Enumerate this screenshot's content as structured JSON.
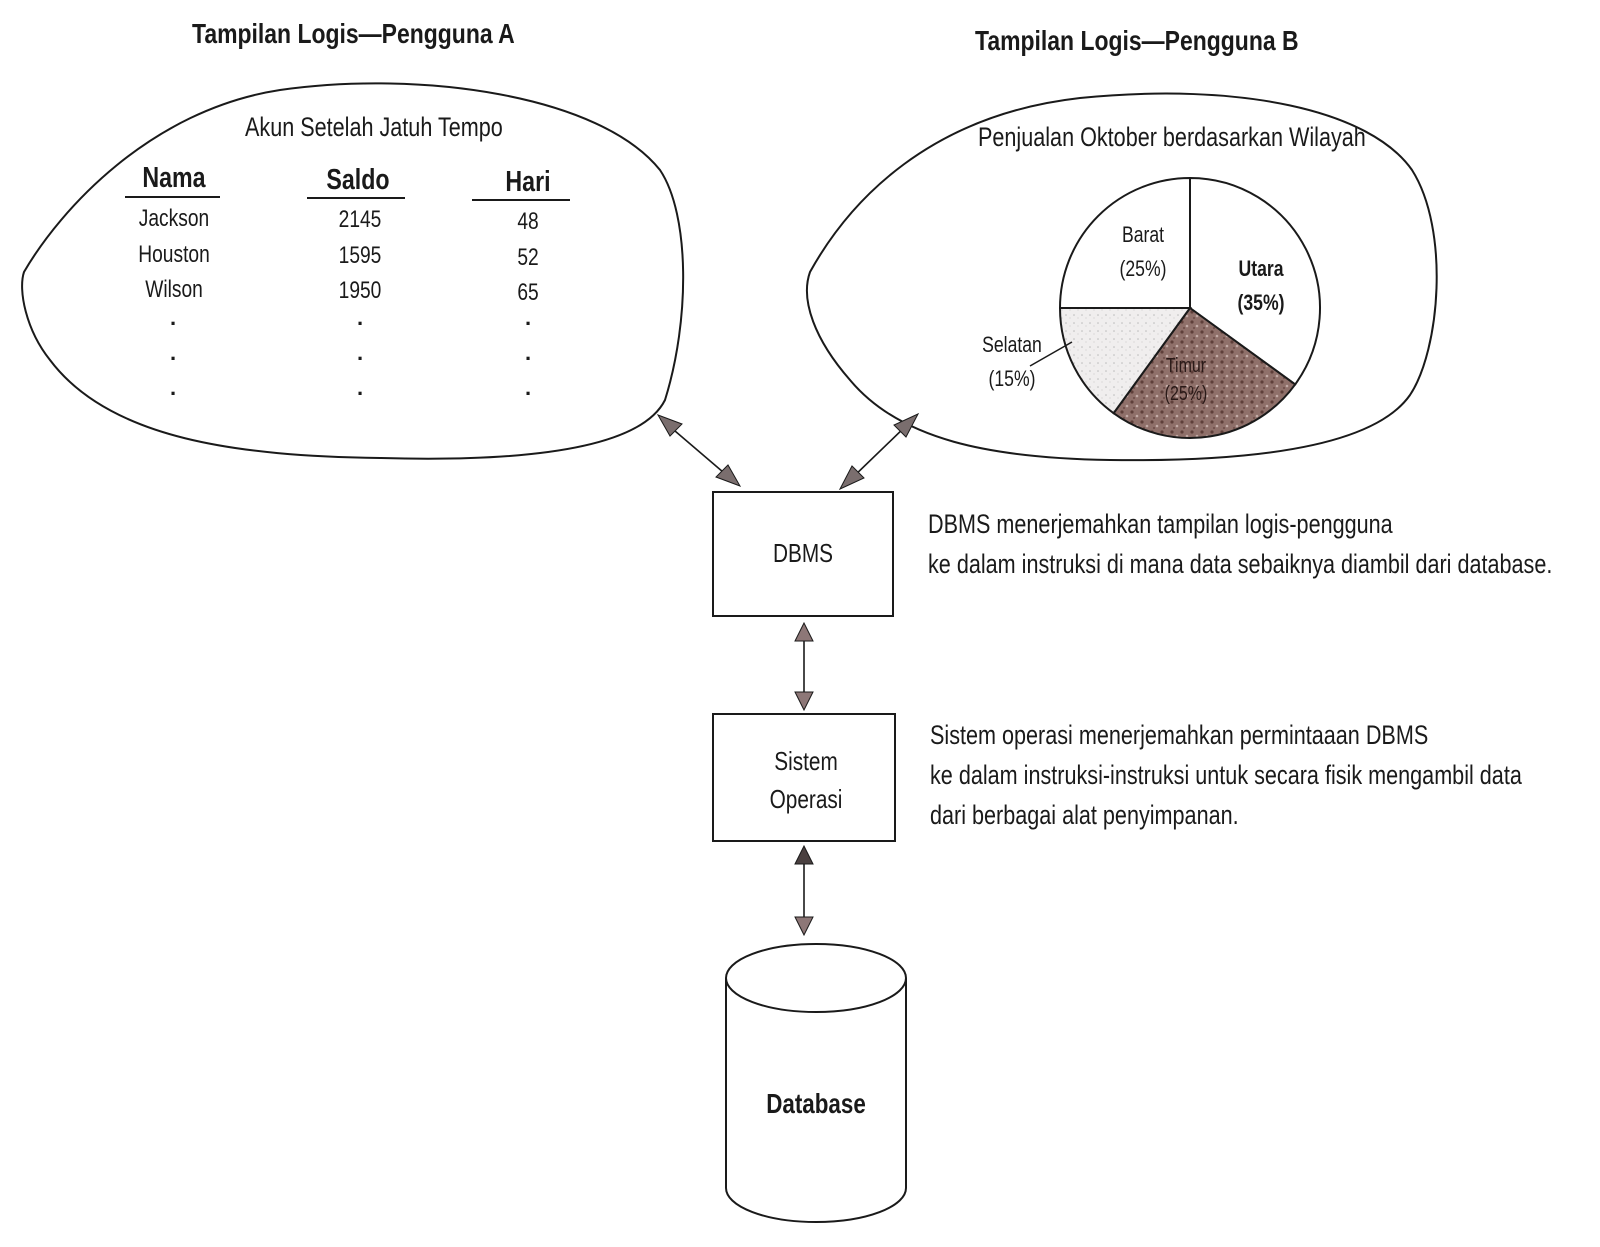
{
  "view_a": {
    "heading": "Tampilan Logis—Pengguna A",
    "caption": "Akun Setelah Jatuh Tempo",
    "columns": [
      "Nama",
      "Saldo",
      "Hari"
    ],
    "rows": [
      [
        "Jackson",
        "2145",
        "48"
      ],
      [
        "Houston",
        "1595",
        "52"
      ],
      [
        "Wilson",
        "1950",
        "65"
      ]
    ],
    "ellipsis": "."
  },
  "view_b": {
    "heading": "Tampilan Logis—Pengguna B",
    "caption": "Penjualan Oktober berdasarkan Wilayah",
    "pie_labels": {
      "barat": "Barat",
      "barat_pct": "(25%)",
      "utara": "Utara",
      "utara_pct": "(35%)",
      "selatan": "Selatan",
      "selatan_pct": "(15%)",
      "timur": "Timur",
      "timur_pct": "(25%)"
    }
  },
  "chart_data": {
    "type": "pie",
    "title": "Penjualan Oktober berdasarkan Wilayah",
    "categories": [
      "Utara",
      "Timur",
      "Selatan",
      "Barat"
    ],
    "values": [
      35,
      25,
      15,
      25
    ],
    "colors": [
      "#ffffff",
      "#8a6a64",
      "#ececec",
      "#ffffff"
    ]
  },
  "boxes": {
    "dbms": "DBMS",
    "os_line1": "Sistem",
    "os_line2": "Operasi",
    "database": "Database"
  },
  "notes": {
    "dbms_line1": "DBMS menerjemahkan tampilan logis-pengguna",
    "dbms_line2": "ke dalam instruksi  di mana data sebaiknya diambil dari database.",
    "os_line1": "Sistem operasi menerjemahkan permintaaan DBMS",
    "os_line2": "ke dalam instruksi-instruksi untuk secara fisik mengambil data",
    "os_line3": "dari berbagai alat  penyimpanan."
  }
}
